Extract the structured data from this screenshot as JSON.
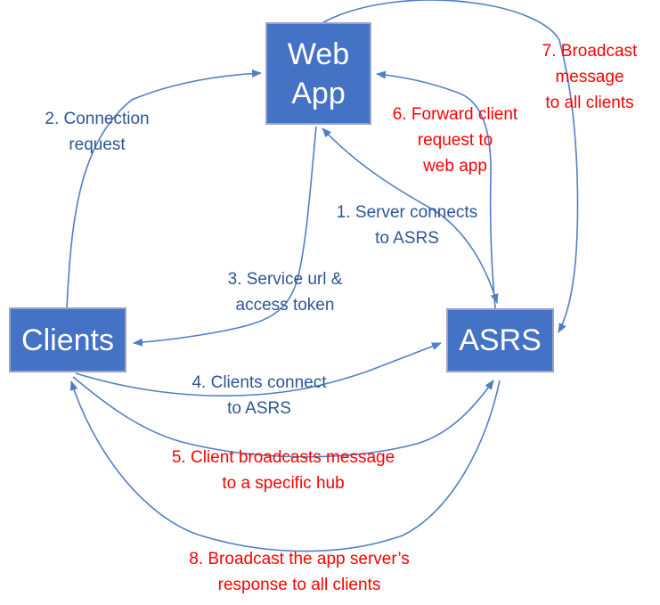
{
  "diagram": {
    "title_hint": "Azure SignalR Service connection flow",
    "nodes": {
      "webapp": {
        "l1": "Web",
        "l2": "App"
      },
      "clients": {
        "label": "Clients"
      },
      "asrs": {
        "label": "ASRS"
      }
    },
    "steps": {
      "s1": {
        "l1": "1. Server connects",
        "l2": "to ASRS",
        "color": "#2e5597"
      },
      "s2": {
        "l1": "2. Connection",
        "l2": "request",
        "color": "#2e5597"
      },
      "s3": {
        "l1": "3. Service url &",
        "l2": "access token",
        "color": "#2e5597"
      },
      "s4": {
        "l1": "4. Clients connect",
        "l2": "to ASRS",
        "color": "#2e5597"
      },
      "s5": {
        "l1": "5. Client broadcasts message",
        "l2": "to a specific hub",
        "color": "#ff0000"
      },
      "s6": {
        "l1": "6. Forward client",
        "l2": "request to",
        "l3": "web app",
        "color": "#ff0000"
      },
      "s7": {
        "l1": "7. Broadcast",
        "l2": "message",
        "l3": "to all clients",
        "color": "#ff0000"
      },
      "s8": {
        "l1": "8. Broadcast the app server’s",
        "l2": "response to all clients",
        "color": "#ff0000"
      }
    },
    "colors": {
      "node_fill": "#4472C4",
      "node_border": "#97a4c4",
      "node_text": "#ffffff",
      "arrow_stroke": "#4f7fc5",
      "blue_label": "#2e5597",
      "red_label": "#ff0000",
      "background": "#ffffff"
    }
  }
}
